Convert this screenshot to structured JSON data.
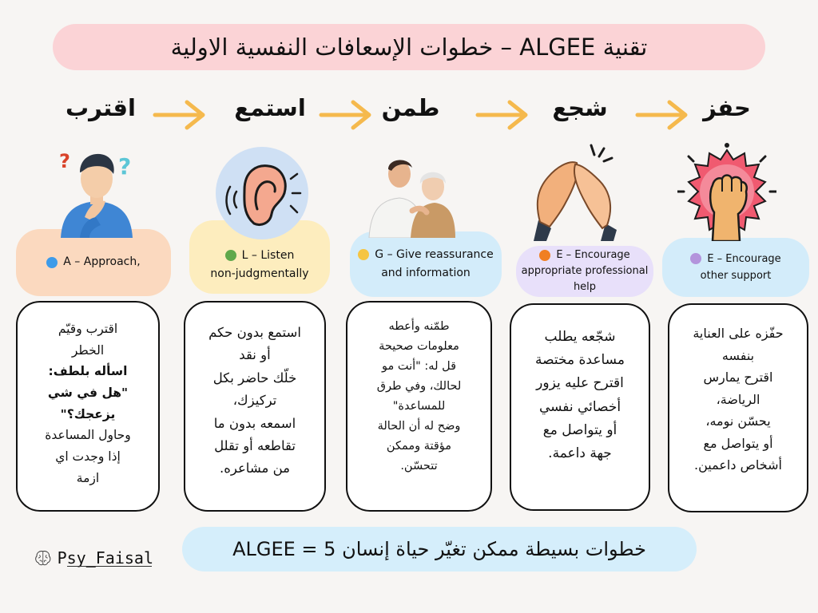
{
  "title": "تقنية ALGEE – خطوات الإسعافات النفسية الاولية",
  "steps": [
    "اقترب",
    "استمع",
    "طمن",
    "شجع",
    "حفز"
  ],
  "pills": [
    {
      "lines": [
        "A – Approach,"
      ],
      "dot_color": "#3d9be9",
      "bg": "#fbd9bf"
    },
    {
      "lines": [
        "L – Listen",
        "non-judgmentally"
      ],
      "dot_color": "#5fa84b",
      "bg": "#fdedbe"
    },
    {
      "lines": [
        "G – Give reassurance",
        "and information"
      ],
      "dot_color": "#f5c542",
      "bg": "#d3ecfa"
    },
    {
      "lines": [
        "E – Encourage",
        "appropriate professional",
        "help"
      ],
      "dot_color": "#f07f22",
      "bg": "#e8e0fa"
    },
    {
      "lines": [
        "E – Encourage",
        "other support"
      ],
      "dot_color": "#b394dc",
      "bg": "#d3ecfa"
    }
  ],
  "cards": [
    [
      "اقترب وقيّم",
      "الخطر",
      "اسأله بلطف:",
      "\"هل في شي",
      "يزعجك؟\"",
      "وحاول المساعدة",
      "إذا وجدت اي",
      "ازمة"
    ],
    [
      "استمع بدون حكم",
      "أو نقد",
      "خلّك حاضر بكل",
      "تركيزك،",
      "اسمعه بدون ما",
      "تقاطعه أو تقلل",
      "من مشاعره."
    ],
    [
      "طمّنه وأعطه",
      "معلومات صحيحة",
      "قل له: \"أنت مو",
      "لحالك، وفي طرق",
      "للمساعدة\"",
      "وضح له أن الحالة",
      "مؤقتة وممكن",
      "تتحسّن."
    ],
    [
      "شجّعه يطلب",
      "مساعدة مختصة",
      "اقترح عليه يزور",
      "أخصائي نفسي",
      "أو يتواصل مع",
      "جهة داعمة."
    ],
    [
      "حفّزه على العناية",
      "بنفسه",
      "اقترح يمارس",
      "الرياضة،",
      "يحسّن نومه،",
      "أو يتواصل مع",
      "أشخاص داعمين."
    ]
  ],
  "footer": "خطوات بسيطة ممكن تغيّر حياة إنسان 5 = ALGEE",
  "logo_text": "Psy_Faisal",
  "colors": {
    "title_bg": "#fbd3d6",
    "arrow": "#f5b94d",
    "footer_bg": "#d5eefb"
  }
}
